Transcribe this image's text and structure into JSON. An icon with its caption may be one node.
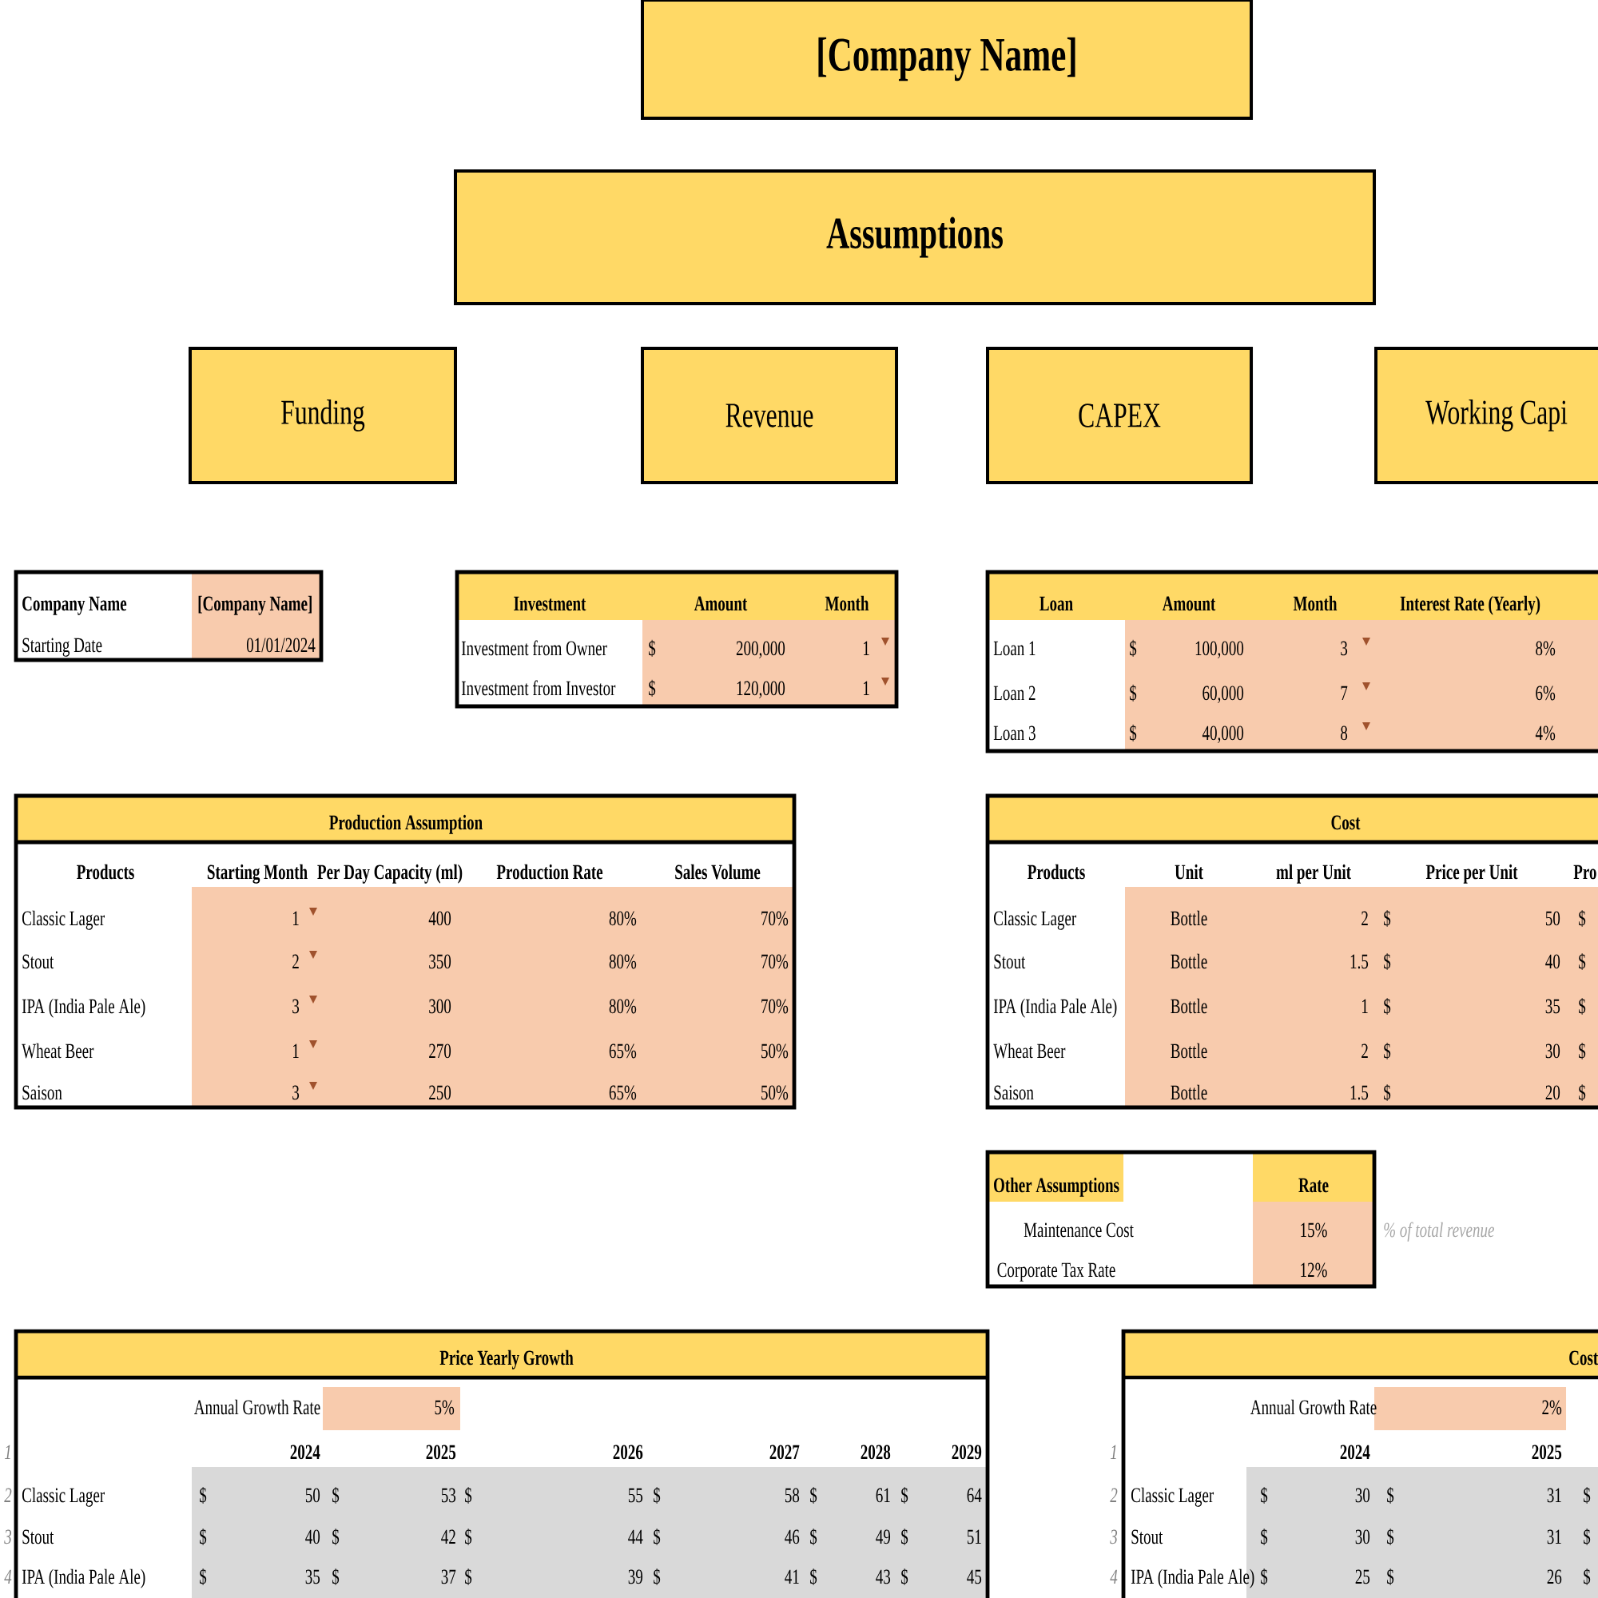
{
  "diagram": {
    "nodes": [
      {
        "text": [
          "[Company Name]"
        ]
      },
      {
        "text": [
          "Assumptions"
        ]
      },
      {
        "text": [
          "Funding"
        ]
      },
      {
        "text": [
          "Revenue"
        ]
      },
      {
        "text": [
          "CAPEX"
        ]
      },
      {
        "text": [
          "Working Capi"
        ]
      }
    ],
    "labels": [
      "Company Name",
      "[Company Name]",
      "Starting Date",
      "01/01/2024",
      "Investment",
      "Amount",
      "Month",
      "Investment from Owner",
      "$",
      "200,000",
      "1",
      "Investment from Investor",
      "$",
      "120,000",
      "1",
      "Loan",
      "Amount",
      "Month",
      "Interest Rate (Yearly)",
      "Loan 1",
      "$",
      "100,000",
      "3",
      "8%",
      "Loan 2",
      "$",
      "60,000",
      "7",
      "6%",
      "Loan 3",
      "$",
      "40,000",
      "8",
      "4%",
      "Production Assumption",
      "Products",
      "Starting Month",
      "Per Day Capacity (ml)",
      "Production Rate",
      "Sales Volume",
      "Classic Lager",
      "1",
      "400",
      "80%",
      "70%",
      "Stout",
      "2",
      "350",
      "80%",
      "70%",
      "IPA (India Pale Ale)",
      "3",
      "300",
      "80%",
      "70%",
      "Wheat Beer",
      "1",
      "270",
      "65%",
      "50%",
      "Saison",
      "3",
      "250",
      "65%",
      "50%",
      "Cost",
      "Products",
      "Unit",
      "ml per Unit",
      "Price per Unit",
      "Pro",
      "Classic Lager",
      "Bottle",
      "2",
      "$",
      "50",
      "$",
      "Stout",
      "Bottle",
      "1.5",
      "$",
      "40",
      "$",
      "IPA (India Pale Ale)",
      "Bottle",
      "1",
      "$",
      "35",
      "$",
      "Wheat Beer",
      "Bottle",
      "2",
      "$",
      "30",
      "$",
      "Saison",
      "Bottle",
      "1.5",
      "$",
      "20",
      "$",
      "Other Assumptions",
      "Rate",
      "Maintenance Cost",
      "15%",
      "Corporate Tax Rate",
      "12%",
      "% of total revenue",
      "Price Yearly Growth",
      "Annual Growth Rate",
      "5%",
      "1",
      "2024",
      "2025",
      "2026",
      "2027",
      "2028",
      "2029",
      "2",
      "Classic Lager",
      "$",
      "50",
      "$",
      "53",
      "$",
      "55",
      "$",
      "58",
      "$",
      "61",
      "$",
      "64",
      "3",
      "Stout",
      "$",
      "40",
      "$",
      "42",
      "$",
      "44",
      "$",
      "46",
      "$",
      "49",
      "$",
      "51",
      "4",
      "IPA (India Pale Ale)",
      "$",
      "35",
      "$",
      "37",
      "$",
      "39",
      "$",
      "41",
      "$",
      "43",
      "$",
      "45",
      "Cost",
      "Annual Growth Rate",
      "2%",
      "1",
      "2024",
      "2025",
      "2",
      "Classic Lager",
      "$",
      "30",
      "$",
      "31",
      "$",
      "3",
      "Stout",
      "$",
      "30",
      "$",
      "31",
      "$",
      "4",
      "IPA (India Pale Ale)",
      "$",
      "25",
      "$",
      "26",
      "$"
    ]
  }
}
